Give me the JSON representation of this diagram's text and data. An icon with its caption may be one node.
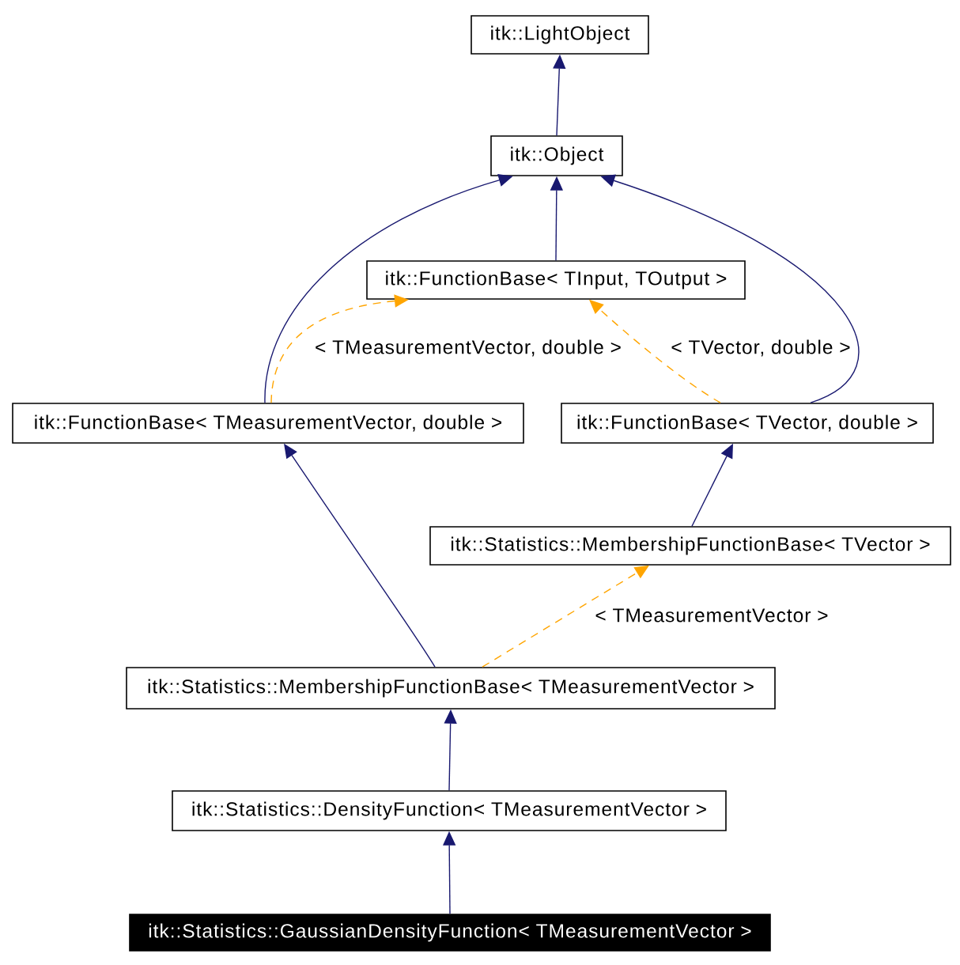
{
  "diagram": {
    "nodes": [
      {
        "text": [
          "itk::LightObject"
        ]
      },
      {
        "text": [
          "itk::Object"
        ]
      },
      {
        "text": [
          "itk::FunctionBase< TInput, TOutput >"
        ]
      },
      {
        "text": [
          "itk::FunctionBase< TMeasurementVector, double >"
        ]
      },
      {
        "text": [
          "itk::FunctionBase< TVector, double >"
        ]
      },
      {
        "text": [
          "itk::Statistics::MembershipFunctionBase< TVector >"
        ]
      },
      {
        "text": [
          "itk::Statistics::MembershipFunctionBase< TMeasurementVector >"
        ]
      },
      {
        "text": [
          "itk::Statistics::DensityFunction< TMeasurementVector >"
        ]
      },
      {
        "text": [
          "itk::Statistics::GaussianDensityFunction< TMeasurementVector >"
        ]
      }
    ],
    "edges": [
      {
        "from": 1,
        "to": 0,
        "arrow": "to"
      },
      {
        "from": 2,
        "to": 1,
        "arrow": "to"
      },
      {
        "from": 3,
        "to": 1,
        "arrow": "to"
      },
      {
        "from": 4,
        "to": 1,
        "arrow": "to"
      },
      {
        "from": 3,
        "to": 2,
        "arrow": "to",
        "label": "< TMeasurementVector, double >",
        "style": "dashed",
        "color": "#ffa500"
      },
      {
        "from": 4,
        "to": 2,
        "arrow": "to",
        "label": "< TVector, double >",
        "style": "dashed",
        "color": "#ffa500"
      },
      {
        "from": 5,
        "to": 4,
        "arrow": "to"
      },
      {
        "from": 6,
        "to": 3,
        "arrow": "to"
      },
      {
        "from": 6,
        "to": 5,
        "arrow": "to",
        "label": "< TMeasurementVector >",
        "style": "dashed",
        "color": "#ffa500"
      },
      {
        "from": 7,
        "to": 6,
        "arrow": "to"
      },
      {
        "from": 8,
        "to": 7,
        "arrow": "to"
      }
    ]
  }
}
